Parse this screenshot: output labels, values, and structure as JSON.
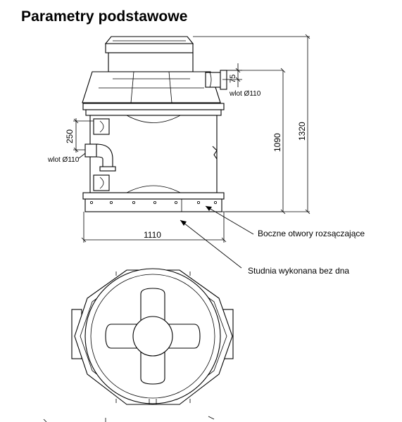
{
  "title": "Parametry podstawowe",
  "dimensions": {
    "inlet_offset": "75",
    "inlet_label_top": "wlot Ø110",
    "height_body": "1090",
    "height_total": "1320",
    "side_spacing": "250",
    "inlet_label_side": "wlot Ø110",
    "base_width": "1110"
  },
  "callouts": {
    "side_holes": "Boczne otwory rozsączające",
    "no_bottom": "Studnia wykonana bez dna"
  }
}
